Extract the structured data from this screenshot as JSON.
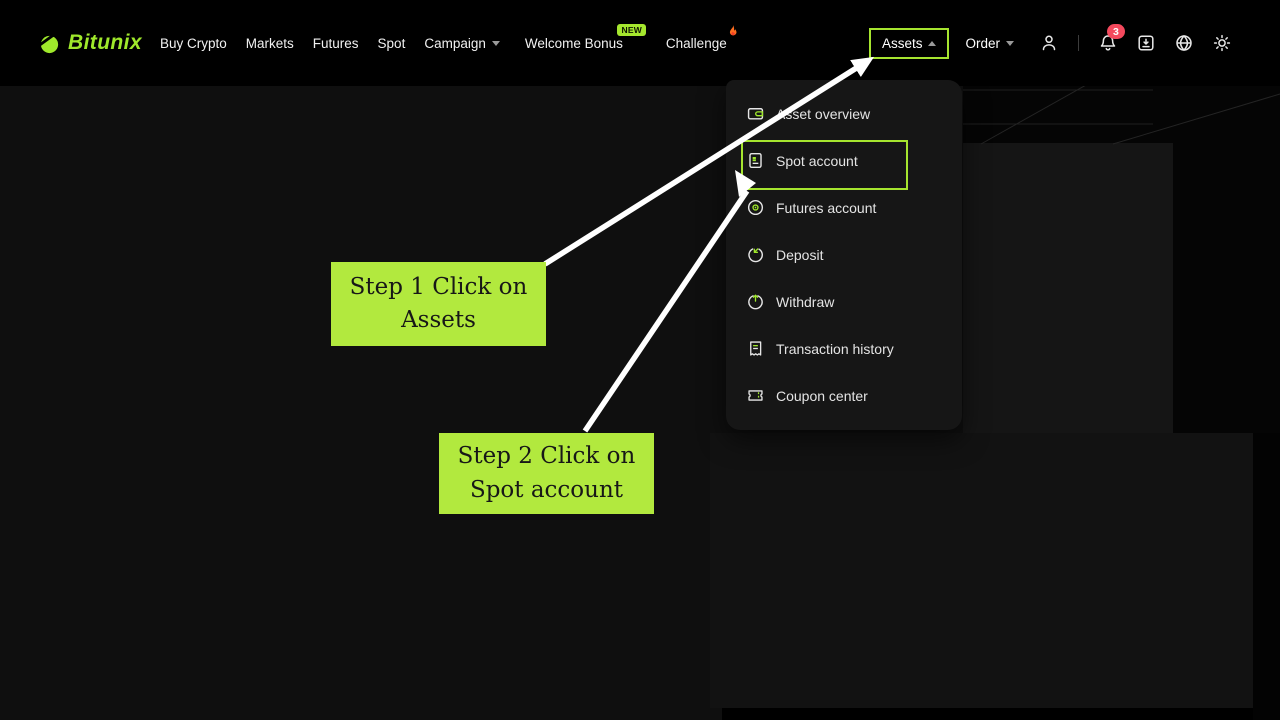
{
  "brand": {
    "name": "Bitunix"
  },
  "navbar": {
    "links": [
      {
        "label": "Buy Crypto"
      },
      {
        "label": "Markets"
      },
      {
        "label": "Futures"
      },
      {
        "label": "Spot"
      },
      {
        "label": "Campaign"
      },
      {
        "label": "Welcome Bonus",
        "badge": "NEW"
      },
      {
        "label": "Challenge"
      }
    ],
    "assets_label": "Assets",
    "order_label": "Order",
    "notification_count": "3"
  },
  "assets_menu": {
    "items": [
      {
        "label": "Asset overview",
        "icon": "wallet-icon"
      },
      {
        "label": "Spot account",
        "icon": "spot-file-icon"
      },
      {
        "label": "Futures account",
        "icon": "futures-target-icon"
      },
      {
        "label": "Deposit",
        "icon": "deposit-arrow-icon"
      },
      {
        "label": "Withdraw",
        "icon": "withdraw-arrow-icon"
      },
      {
        "label": "Transaction history",
        "icon": "receipt-icon"
      },
      {
        "label": "Coupon center",
        "icon": "coupon-ticket-icon"
      }
    ]
  },
  "annotations": {
    "step1_line1": "Step 1 Click on",
    "step1_line2": "Assets",
    "step2_line1": "Step 2 Click on",
    "step2_line2": "Spot account"
  },
  "colors": {
    "accent_green": "#9fe82b",
    "highlight_border": "#a6e52f",
    "annotation_bg": "#b2e93e",
    "badge_red": "#f4495d",
    "new_badge_bg": "#a5e72e"
  }
}
